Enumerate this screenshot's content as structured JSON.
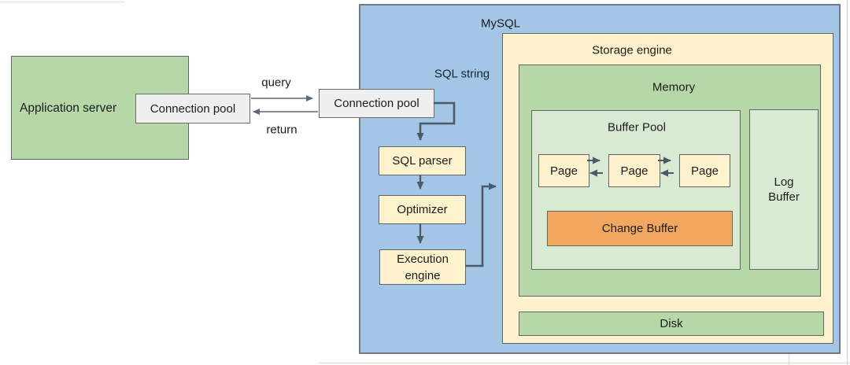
{
  "colors": {
    "green_box": "#b6d7a8",
    "lgreen_box": "#d9ead3",
    "yellow_box": "#fff2cc",
    "orange_box": "#f2a75f",
    "blue_box": "#a3c6e6",
    "gray_box": "#efefef",
    "box_border": "#5d6668",
    "blue_border": "#6e7b87",
    "connector": "#4b5a68",
    "thin_arrow": "#5d6974",
    "text": "#1c1c1c"
  },
  "application_server": {
    "label": "Application server"
  },
  "client_connection_pool": {
    "label": "Connection pool"
  },
  "server_connection_pool": {
    "label": "Connection pool"
  },
  "flow": {
    "query_label": "query",
    "return_label": "return",
    "sql_string_label": "SQL string"
  },
  "mysql": {
    "title": "MySQL",
    "sql_parser": {
      "label": "SQL parser"
    },
    "optimizer": {
      "label": "Optimizer"
    },
    "execution_engine": {
      "label": "Execution engine"
    },
    "storage_engine": {
      "title": "Storage engine",
      "memory": {
        "title": "Memory",
        "buffer_pool": {
          "title": "Buffer Pool",
          "pages": [
            "Page",
            "Page",
            "Page"
          ]
        },
        "change_buffer": {
          "label": "Change Buffer"
        },
        "log_buffer": {
          "label": "Log Buffer"
        }
      },
      "disk": {
        "label": "Disk"
      }
    }
  }
}
